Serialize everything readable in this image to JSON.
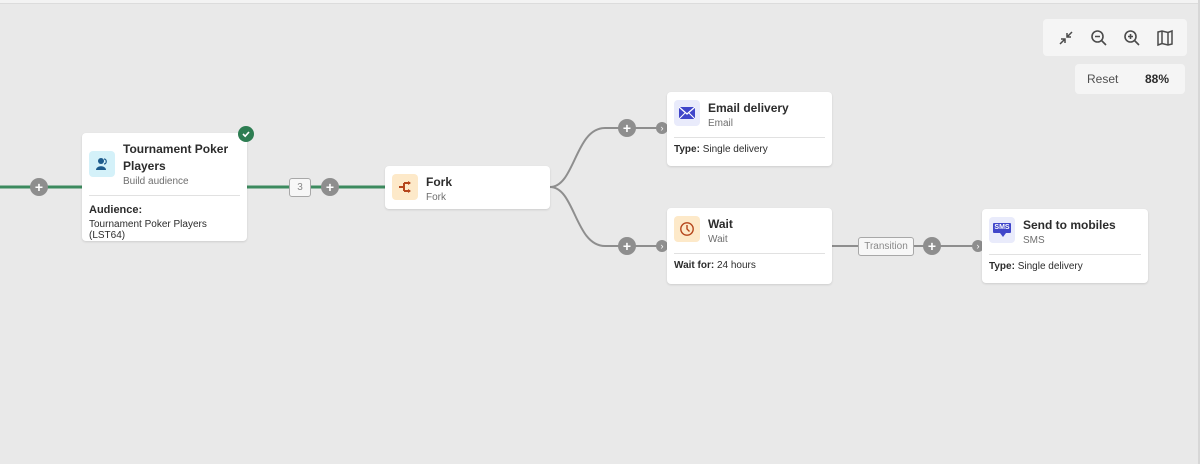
{
  "toolbar": {
    "icons": [
      "collapse-icon",
      "zoom-out-icon",
      "zoom-in-icon",
      "minimap-icon"
    ],
    "reset_label": "Reset",
    "zoom_level": "88%"
  },
  "edges": {
    "audience_count": "3",
    "transition_label": "Transition"
  },
  "nodes": {
    "audience": {
      "title_line1": "Tournament Poker",
      "title_line2": "Players",
      "subtitle": "Build audience",
      "detail_label": "Audience:",
      "detail_value": "Tournament Poker Players (LST64)",
      "status": "success",
      "icon": "audience-icon"
    },
    "fork": {
      "title": "Fork",
      "subtitle": "Fork",
      "icon": "fork-icon"
    },
    "email": {
      "title": "Email delivery",
      "subtitle": "Email",
      "detail_label": "Type:",
      "detail_value": "Single delivery",
      "icon": "email-icon"
    },
    "wait": {
      "title": "Wait",
      "subtitle": "Wait",
      "detail_label": "Wait for:",
      "detail_value": "24 hours",
      "icon": "clock-icon"
    },
    "sms": {
      "title": "Send to mobiles",
      "subtitle": "SMS",
      "detail_label": "Type:",
      "detail_value": "Single delivery",
      "icon": "sms-icon",
      "icon_text": "SMS"
    }
  },
  "colors": {
    "canvas_bg": "#e9e9e9",
    "active_edge": "#3c8a5e",
    "inactive_edge": "#8e8e8e",
    "success": "#2d7d52",
    "audience_icon_bg": "#d4f1f9",
    "fork_icon_bg": "#fde9c9",
    "email_icon_bg": "#e9ebfb",
    "wait_icon_bg": "#fde9c9",
    "sms_icon_bg": "#e9ebfb"
  }
}
